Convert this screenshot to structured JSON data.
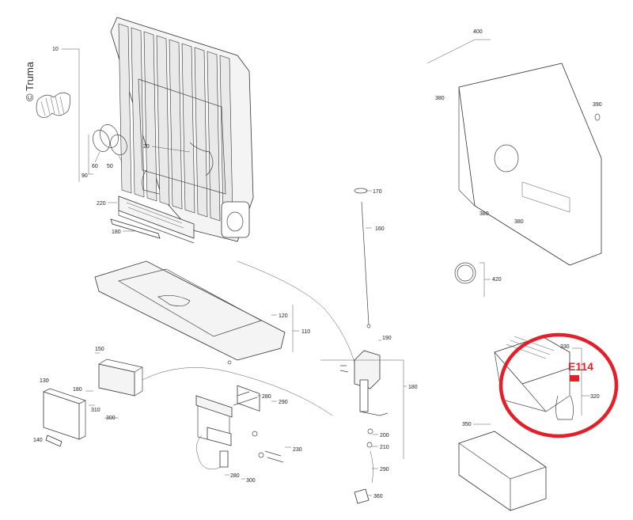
{
  "copyright": "© Truma",
  "highlight": {
    "code": "E114",
    "color": "#e3202a"
  },
  "callouts": {
    "c10": "10",
    "c20": "20",
    "c50": "50",
    "c60": "60",
    "c90": "90",
    "c110": "110",
    "c120": "120",
    "c130": "130",
    "c140": "140",
    "c150": "150",
    "c160": "160",
    "c170": "170",
    "c180a": "180",
    "c180b": "180",
    "c180c": "180",
    "c190": "190",
    "c200": "200",
    "c210": "210",
    "c220": "220",
    "c230": "230",
    "c280a": "280",
    "c280b": "280",
    "c290a": "290",
    "c290b": "290",
    "c300a": "300",
    "c300b": "300",
    "c310": "310",
    "c320": "320",
    "c330": "330",
    "c350": "350",
    "c360": "360",
    "c380a": "380",
    "c380b": "380",
    "c380c": "380",
    "c390": "390",
    "c400": "400",
    "c420": "420"
  }
}
